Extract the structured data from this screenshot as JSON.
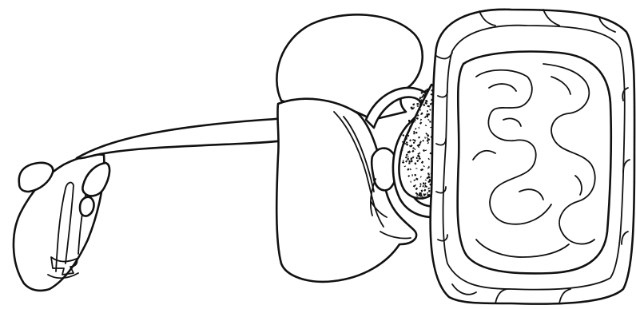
{
  "diagram": {
    "subject": "digestive-system-organs-line-drawing",
    "organs": [
      {
        "id": "salivary-glands",
        "kind": "organ"
      },
      {
        "id": "esophagus",
        "kind": "organ"
      },
      {
        "id": "stomach",
        "kind": "organ"
      },
      {
        "id": "liver",
        "kind": "organ"
      },
      {
        "id": "gallbladder",
        "kind": "organ"
      },
      {
        "id": "pancreas",
        "kind": "organ"
      },
      {
        "id": "small-intestine",
        "kind": "organ"
      },
      {
        "id": "large-intestine",
        "kind": "organ"
      }
    ],
    "colors": {
      "outline": "#111111",
      "fill": "#ffffff",
      "background": "#ffffff"
    }
  }
}
